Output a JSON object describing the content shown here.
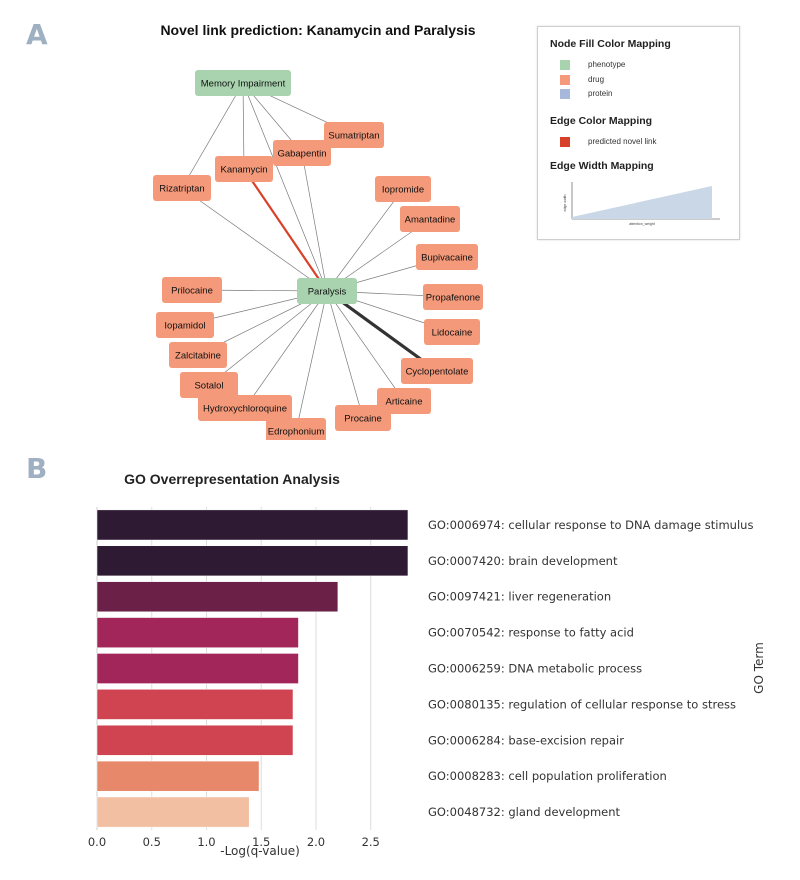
{
  "panel_a": {
    "letter": "A",
    "title": "Novel link prediction: Kanamycin and Paralysis",
    "nodes": [
      {
        "id": "memory",
        "label": "Memory Impairment",
        "kind": "phenotype"
      },
      {
        "id": "paralysis",
        "label": "Paralysis",
        "kind": "phenotype"
      },
      {
        "id": "sumatriptan",
        "label": "Sumatriptan",
        "kind": "drug"
      },
      {
        "id": "gabapentin",
        "label": "Gabapentin",
        "kind": "drug"
      },
      {
        "id": "kanamycin",
        "label": "Kanamycin",
        "kind": "drug"
      },
      {
        "id": "rizatriptan",
        "label": "Rizatriptan",
        "kind": "drug"
      },
      {
        "id": "iopromide",
        "label": "Iopromide",
        "kind": "drug"
      },
      {
        "id": "amantadine",
        "label": "Amantadine",
        "kind": "drug"
      },
      {
        "id": "bupivacaine",
        "label": "Bupivacaine",
        "kind": "drug"
      },
      {
        "id": "propafenone",
        "label": "Propafenone",
        "kind": "drug"
      },
      {
        "id": "lidocaine",
        "label": "Lidocaine",
        "kind": "drug"
      },
      {
        "id": "cyclopentolate",
        "label": "Cyclopentolate",
        "kind": "drug"
      },
      {
        "id": "articaine",
        "label": "Articaine",
        "kind": "drug"
      },
      {
        "id": "procaine",
        "label": "Procaine",
        "kind": "drug"
      },
      {
        "id": "edrophonium",
        "label": "Edrophonium",
        "kind": "drug"
      },
      {
        "id": "hydroxychloroquine",
        "label": "Hydroxychloroquine",
        "kind": "drug"
      },
      {
        "id": "sotalol",
        "label": "Sotalol",
        "kind": "drug"
      },
      {
        "id": "zalcitabine",
        "label": "Zalcitabine",
        "kind": "drug"
      },
      {
        "id": "iopamidol",
        "label": "Iopamidol",
        "kind": "drug"
      },
      {
        "id": "prilocaine",
        "label": "Prilocaine",
        "kind": "drug"
      }
    ],
    "edges": [
      {
        "from": "memory",
        "to": "sumatriptan",
        "predicted": false,
        "weight": 1
      },
      {
        "from": "memory",
        "to": "gabapentin",
        "predicted": false,
        "weight": 1
      },
      {
        "from": "memory",
        "to": "kanamycin",
        "predicted": false,
        "weight": 1
      },
      {
        "from": "memory",
        "to": "rizatriptan",
        "predicted": false,
        "weight": 1
      },
      {
        "from": "memory",
        "to": "paralysis",
        "predicted": false,
        "weight": 1
      },
      {
        "from": "kanamycin",
        "to": "paralysis",
        "predicted": true,
        "weight": 2
      },
      {
        "from": "gabapentin",
        "to": "paralysis",
        "predicted": false,
        "weight": 1
      },
      {
        "from": "rizatriptan",
        "to": "paralysis",
        "predicted": false,
        "weight": 1
      },
      {
        "from": "iopromide",
        "to": "paralysis",
        "predicted": false,
        "weight": 1
      },
      {
        "from": "amantadine",
        "to": "paralysis",
        "predicted": false,
        "weight": 1
      },
      {
        "from": "bupivacaine",
        "to": "paralysis",
        "predicted": false,
        "weight": 1
      },
      {
        "from": "propafenone",
        "to": "paralysis",
        "predicted": false,
        "weight": 1
      },
      {
        "from": "lidocaine",
        "to": "paralysis",
        "predicted": false,
        "weight": 1
      },
      {
        "from": "cyclopentolate",
        "to": "paralysis",
        "predicted": false,
        "weight": 3
      },
      {
        "from": "articaine",
        "to": "paralysis",
        "predicted": false,
        "weight": 1
      },
      {
        "from": "procaine",
        "to": "paralysis",
        "predicted": false,
        "weight": 1
      },
      {
        "from": "edrophonium",
        "to": "paralysis",
        "predicted": false,
        "weight": 1
      },
      {
        "from": "hydroxychloroquine",
        "to": "paralysis",
        "predicted": false,
        "weight": 1
      },
      {
        "from": "sotalol",
        "to": "paralysis",
        "predicted": false,
        "weight": 1
      },
      {
        "from": "zalcitabine",
        "to": "paralysis",
        "predicted": false,
        "weight": 1
      },
      {
        "from": "iopamidol",
        "to": "paralysis",
        "predicted": false,
        "weight": 1
      },
      {
        "from": "prilocaine",
        "to": "paralysis",
        "predicted": false,
        "weight": 1
      }
    ],
    "legend": {
      "node_heading": "Node Fill Color Mapping",
      "node_items": [
        {
          "label": "phenotype",
          "color": "#a9d3ae"
        },
        {
          "label": "drug",
          "color": "#f4997a"
        },
        {
          "label": "protein",
          "color": "#a8b8dd"
        }
      ],
      "edge_heading": "Edge Color Mapping",
      "edge_item": {
        "label": "predicted novel link",
        "color": "#d9402a"
      },
      "width_heading": "Edge Width Mapping",
      "width_axis_label": "attention_weight",
      "width_y_label": "edge width"
    },
    "colors": {
      "phenotype": "#a9d3ae",
      "drug": "#f4997a",
      "edge": "#7a7a7a",
      "predicted": "#d9402a",
      "strong": "#333333"
    }
  },
  "panel_b": {
    "letter": "B",
    "chart_data": {
      "type": "bar",
      "orientation": "horizontal",
      "title": "GO Overrepresentation Analysis",
      "xlabel": "-Log(q-value)",
      "ylabel": "GO Term",
      "xlim": [
        0,
        2.95
      ],
      "xticks": [
        "0.0",
        "0.5",
        "1.0",
        "1.5",
        "2.0",
        "2.5"
      ],
      "grid": true,
      "categories": [
        "GO:0006974: cellular response to DNA damage stimulus",
        "GO:0007420: brain development",
        "GO:0097421: liver regeneration",
        "GO:0070542: response to fatty acid",
        "GO:0006259: DNA metabolic process",
        "GO:0080135: regulation of cellular response to stress",
        "GO:0006284: base-excision repair",
        "GO:0008283: cell population proliferation",
        "GO:0048732: gland development"
      ],
      "values": [
        2.84,
        2.84,
        2.2,
        1.84,
        1.84,
        1.79,
        1.79,
        1.48,
        1.39
      ],
      "colors": [
        "#2e1a33",
        "#2e1a33",
        "#6b2048",
        "#a3265a",
        "#a3265a",
        "#cf4450",
        "#cf4450",
        "#e8886a",
        "#f3bfa2"
      ]
    }
  }
}
